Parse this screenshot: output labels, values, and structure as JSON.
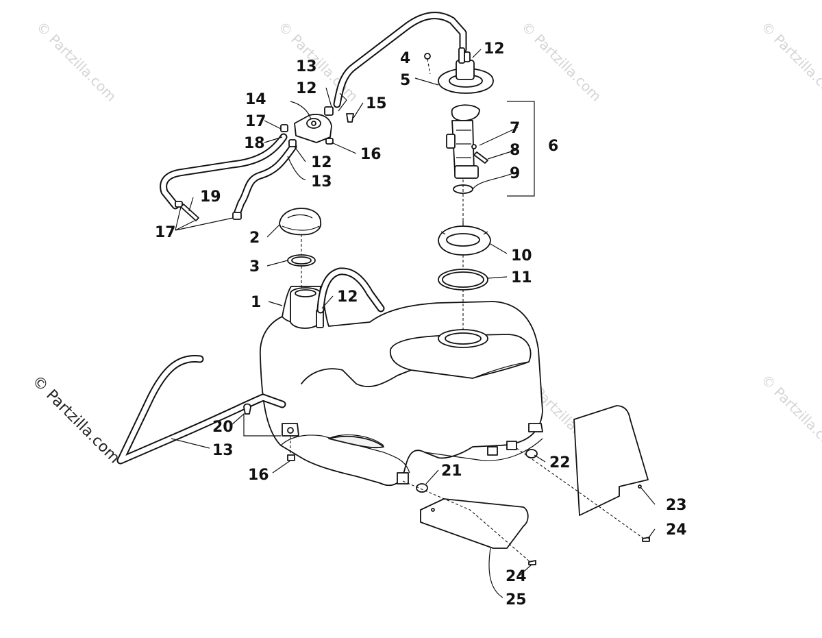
{
  "watermark": {
    "text": "© Partzilla.com"
  },
  "callouts": {
    "c1": "1",
    "c2": "2",
    "c3": "3",
    "c4": "4",
    "c5": "5",
    "c6": "6",
    "c7": "7",
    "c8": "8",
    "c9": "9",
    "c10": "10",
    "c11": "11",
    "c12a": "12",
    "c12b": "12",
    "c12c": "12",
    "c12d": "12",
    "c13a": "13",
    "c13b": "13",
    "c13c": "13",
    "c14": "14",
    "c15": "15",
    "c16a": "16",
    "c16b": "16",
    "c17a": "17",
    "c17b": "17",
    "c18": "18",
    "c19": "19",
    "c20": "20",
    "c21": "21",
    "c22": "22",
    "c23": "23",
    "c24a": "24",
    "c24b": "24",
    "c25": "25"
  }
}
